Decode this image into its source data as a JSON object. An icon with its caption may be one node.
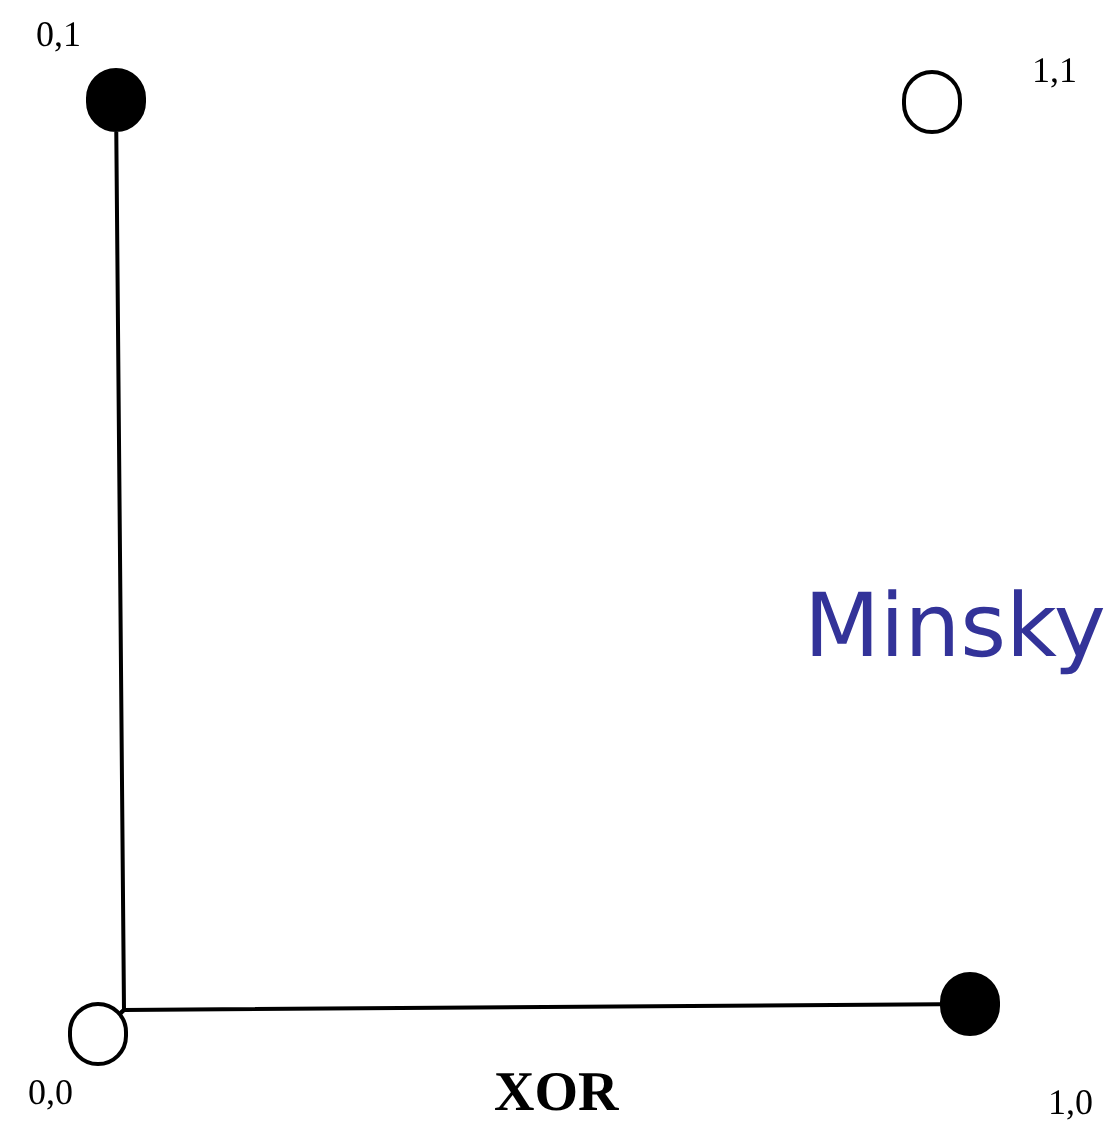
{
  "diagram": {
    "caption": "XOR",
    "nodes": [
      {
        "text": [],
        "shape": "dot",
        "beside": [
          "0,1"
        ]
      },
      {
        "text": [],
        "shape": "circle",
        "beside": [
          "1,1"
        ]
      },
      {
        "text": [],
        "shape": "circle",
        "beside": [
          "0,0"
        ]
      },
      {
        "text": [],
        "shape": "dot",
        "beside": [
          "1,0"
        ]
      }
    ],
    "edges": [
      {
        "from": 2,
        "to": 0,
        "arrow": "none"
      },
      {
        "from": 2,
        "to": 3,
        "arrow": "none"
      }
    ],
    "labels": [
      "Minsky"
    ]
  }
}
